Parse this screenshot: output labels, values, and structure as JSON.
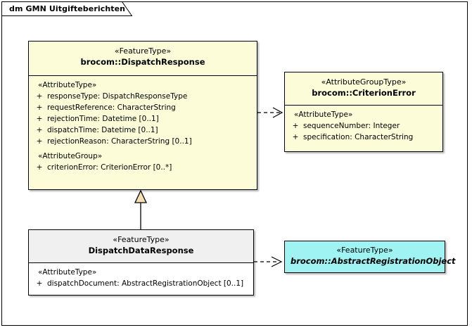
{
  "diagram": {
    "title": "dm GMN Uitgifteberichten",
    "colors": {
      "class_fill_yellow": "#FDFCD8",
      "class_fill_cyan": "#9FF3F3",
      "class_fill_gray": "#F0F0F0",
      "border": "#000000",
      "generalization_arrow_fill": "#F5DEB3"
    }
  },
  "classes": {
    "dispatch_response": {
      "stereotype": "«FeatureType»",
      "name": "brocom::DispatchResponse",
      "compartments": [
        {
          "group_label": "«AttributeType»",
          "attributes": [
            {
              "visibility": "+",
              "text": "responseType: DispatchResponseType"
            },
            {
              "visibility": "+",
              "text": "requestReference: CharacterString"
            },
            {
              "visibility": "+",
              "text": "rejectionTime: Datetime [0..1]"
            },
            {
              "visibility": "+",
              "text": "dispatchTime: Datetime [0..1]"
            },
            {
              "visibility": "+",
              "text": "rejectionReason: CharacterString [0..1]"
            }
          ]
        },
        {
          "group_label": "«AttributeGroup»",
          "attributes": [
            {
              "visibility": "+",
              "text": "criterionError: CriterionError [0..*]"
            }
          ]
        }
      ]
    },
    "criterion_error": {
      "stereotype": "«AttributeGroupType»",
      "name": "brocom::CriterionError",
      "compartments": [
        {
          "group_label": "«AttributeType»",
          "attributes": [
            {
              "visibility": "+",
              "text": "sequenceNumber: Integer"
            },
            {
              "visibility": "+",
              "text": "specification: CharacterString"
            }
          ]
        }
      ]
    },
    "dispatch_data_response": {
      "stereotype": "«FeatureType»",
      "name": "DispatchDataResponse",
      "compartments": [
        {
          "group_label": "«AttributeType»",
          "attributes": [
            {
              "visibility": "+",
              "text": "dispatchDocument: AbstractRegistrationObject [0..1]"
            }
          ]
        }
      ]
    },
    "abstract_registration_object": {
      "stereotype": "«FeatureType»",
      "name": "brocom::AbstractRegistrationObject"
    }
  },
  "connectors": [
    {
      "name": "dependency-dispatchresponse-to-criterionerror",
      "type": "dependency",
      "from": "brocom::DispatchResponse",
      "to": "brocom::CriterionError"
    },
    {
      "name": "generalization-dispatchdataresponse-to-dispatchresponse",
      "type": "generalization",
      "from": "DispatchDataResponse",
      "to": "brocom::DispatchResponse"
    },
    {
      "name": "dependency-dispatchdataresponse-to-abstractregistrationobject",
      "type": "dependency",
      "from": "DispatchDataResponse",
      "to": "brocom::AbstractRegistrationObject"
    }
  ]
}
